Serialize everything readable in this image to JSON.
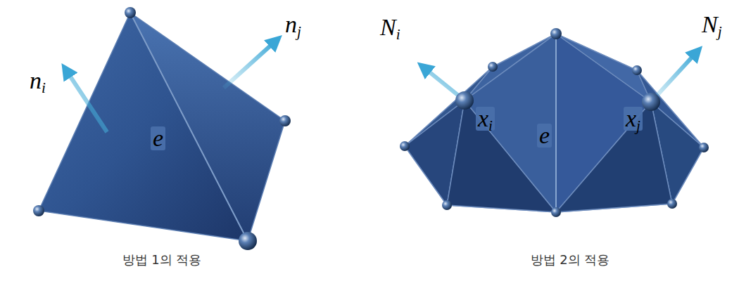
{
  "diagram": {
    "labels": [
      "ni",
      "nj",
      "e",
      "Ni",
      "Nj",
      "xi",
      "e",
      "xj",
      "방법 1의 적용",
      "방법 2의 적용"
    ]
  }
}
